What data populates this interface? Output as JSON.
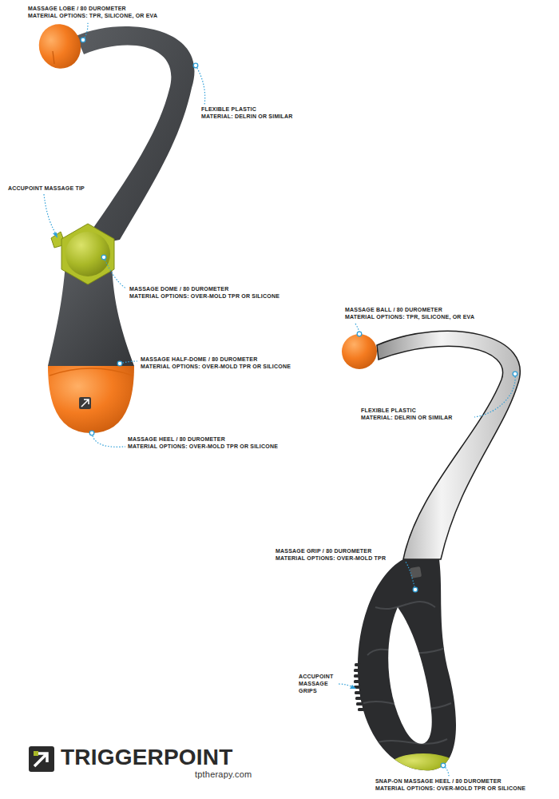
{
  "diagram": {
    "labels": [
      "MASSAGE LOBE / 80 DUROMETER",
      "MATERIAL OPTIONS: TPR, SILICONE, OR EVA",
      "FLEXIBLE PLASTIC",
      "MATERIAL: DELRIN OR SIMILAR",
      "ACCUPOINT MASSAGE TIP",
      "MASSAGE DOME / 80 DUROMETER",
      "MATERIAL OPTIONS: OVER-MOLD TPR OR SILICONE",
      "MASSAGE HALF-DOME / 80 DUROMETER",
      "MATERIAL OPTIONS: OVER-MOLD TPR OR SILICONE",
      "MASSAGE HEEL / 80 DUROMETER",
      "MATERIAL OPTIONS: OVER-MOLD TPR OR SILICONE",
      "MASSAGE BALL / 80 DUROMETER",
      "MATERIAL OPTIONS: TPR, SILICONE, OR EVA",
      "FLEXIBLE PLASTIC",
      "MATERIAL: DELRIN OR SIMILAR",
      "MASSAGE GRIP / 80 DUROMETER",
      "MATERIAL OPTIONS: OVER-MOLD TPR",
      "ACCUPOINT",
      "MASSAGE",
      "GRIPS",
      "SNAP-ON MASSAGE HEEL / 80 DUROMETER",
      "MATERIAL OPTIONS: OVER-MOLD TPR OR SILICONE",
      "TRIGGERPOINT",
      "tptherapy.com"
    ]
  }
}
